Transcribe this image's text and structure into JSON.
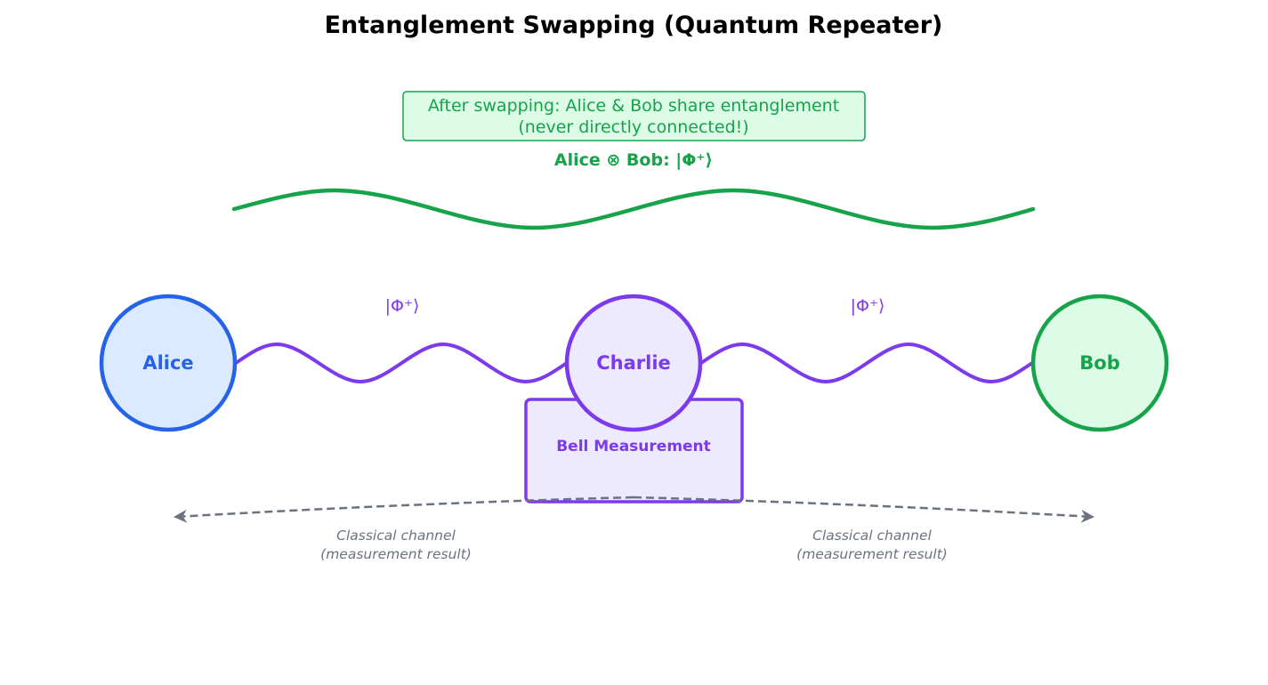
{
  "title": "Entanglement Swapping (Quantum Repeater)",
  "colors": {
    "alice": "#2563eb",
    "alice_fill": "#dbeafe",
    "charlie": "#7c3aed",
    "charlie_fill": "#ede9fe",
    "bob": "#16a34a",
    "bob_fill": "#dcfce7",
    "classical": "#6b7280"
  },
  "nodes": {
    "alice": "Alice",
    "charlie": "Charlie",
    "bob": "Bob"
  },
  "links": {
    "alice_charlie_state": "|Φ⁺⟩",
    "charlie_bob_state": "|Φ⁺⟩"
  },
  "bell_measurement": "Bell Measurement",
  "result_box": {
    "line1": "After swapping: Alice & Bob share entanglement",
    "line2": "(never directly connected!)"
  },
  "result_state": "Alice ⊗ Bob: |Φ⁺⟩",
  "classical_left": {
    "line1": "Classical channel",
    "line2": "(measurement result)"
  },
  "classical_right": {
    "line1": "Classical channel",
    "line2": "(measurement result)"
  }
}
